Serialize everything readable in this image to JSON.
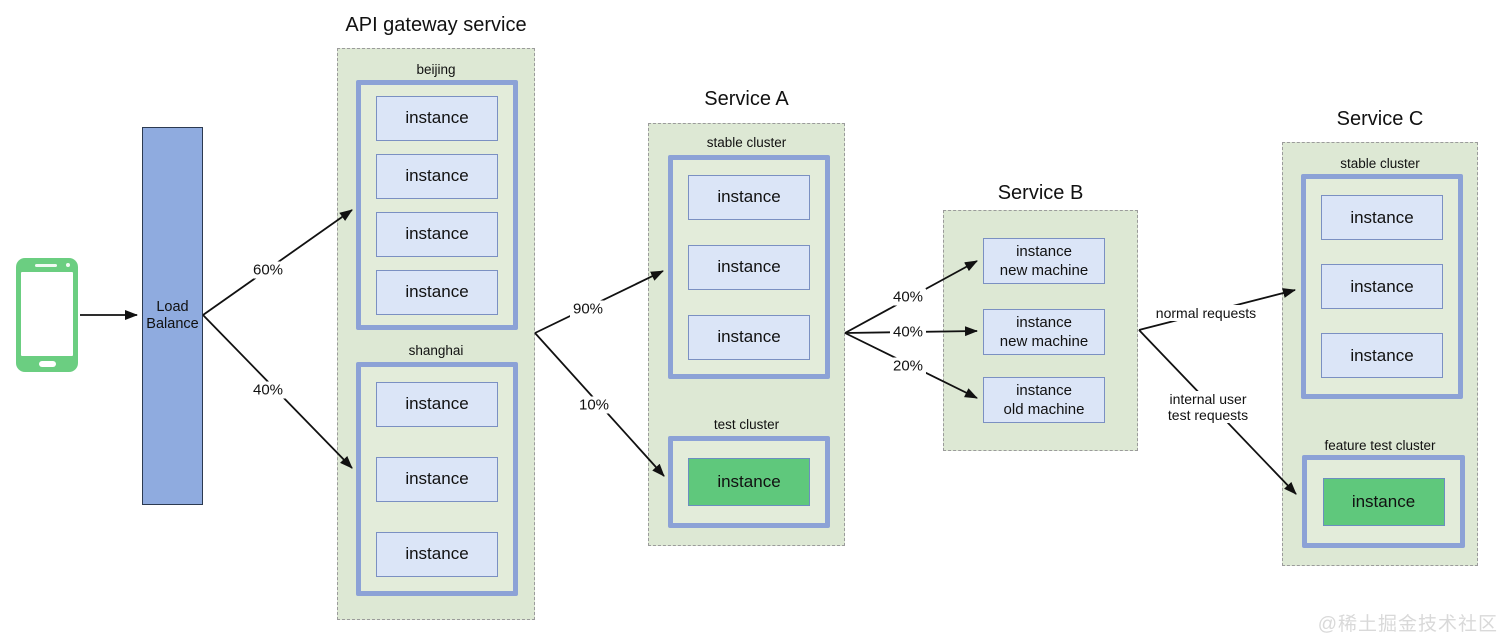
{
  "client": {
    "name": "mobile client"
  },
  "load_balancer": {
    "line1": "Load",
    "line2": "Balance"
  },
  "gateway": {
    "title": "API gateway service",
    "beijing": {
      "label": "beijing",
      "instances": [
        "instance",
        "instance",
        "instance",
        "instance"
      ]
    },
    "shanghai": {
      "label": "shanghai",
      "instances": [
        "instance",
        "instance",
        "instance"
      ]
    }
  },
  "service_a": {
    "title": "Service A",
    "stable": {
      "label": "stable cluster",
      "instances": [
        "instance",
        "instance",
        "instance"
      ]
    },
    "test": {
      "label": "test cluster",
      "instances": [
        "instance"
      ]
    }
  },
  "service_b": {
    "title": "Service B",
    "instances": [
      [
        "instance",
        "new machine"
      ],
      [
        "instance",
        "new machine"
      ],
      [
        "instance",
        "old machine"
      ]
    ]
  },
  "service_c": {
    "title": "Service C",
    "stable": {
      "label": "stable cluster",
      "instances": [
        "instance",
        "instance",
        "instance"
      ]
    },
    "feature": {
      "label": "feature test cluster",
      "instances": [
        "instance"
      ]
    }
  },
  "edges": {
    "lb_beijing": "60%",
    "lb_shanghai": "40%",
    "gw_stable": "90%",
    "gw_test": "10%",
    "a_b_new1": "40%",
    "a_b_new2": "40%",
    "a_b_old": "20%",
    "b_c_stable": "normal requests",
    "b_c_test_line1": "internal user",
    "b_c_test_line2": "test requests"
  },
  "watermark": "@稀土掘金技术社区",
  "colors": {
    "group_fill": "#dde8d4",
    "group_border": "#9b9b9b",
    "cluster_border": "#8ca2d6",
    "instance_fill": "#dbe5f7",
    "instance_border": "#7b90c2",
    "test_instance_fill": "#5fc87c",
    "load_balancer_fill": "#8fabdf",
    "phone_green": "#6bce81",
    "arrow": "#111111"
  }
}
